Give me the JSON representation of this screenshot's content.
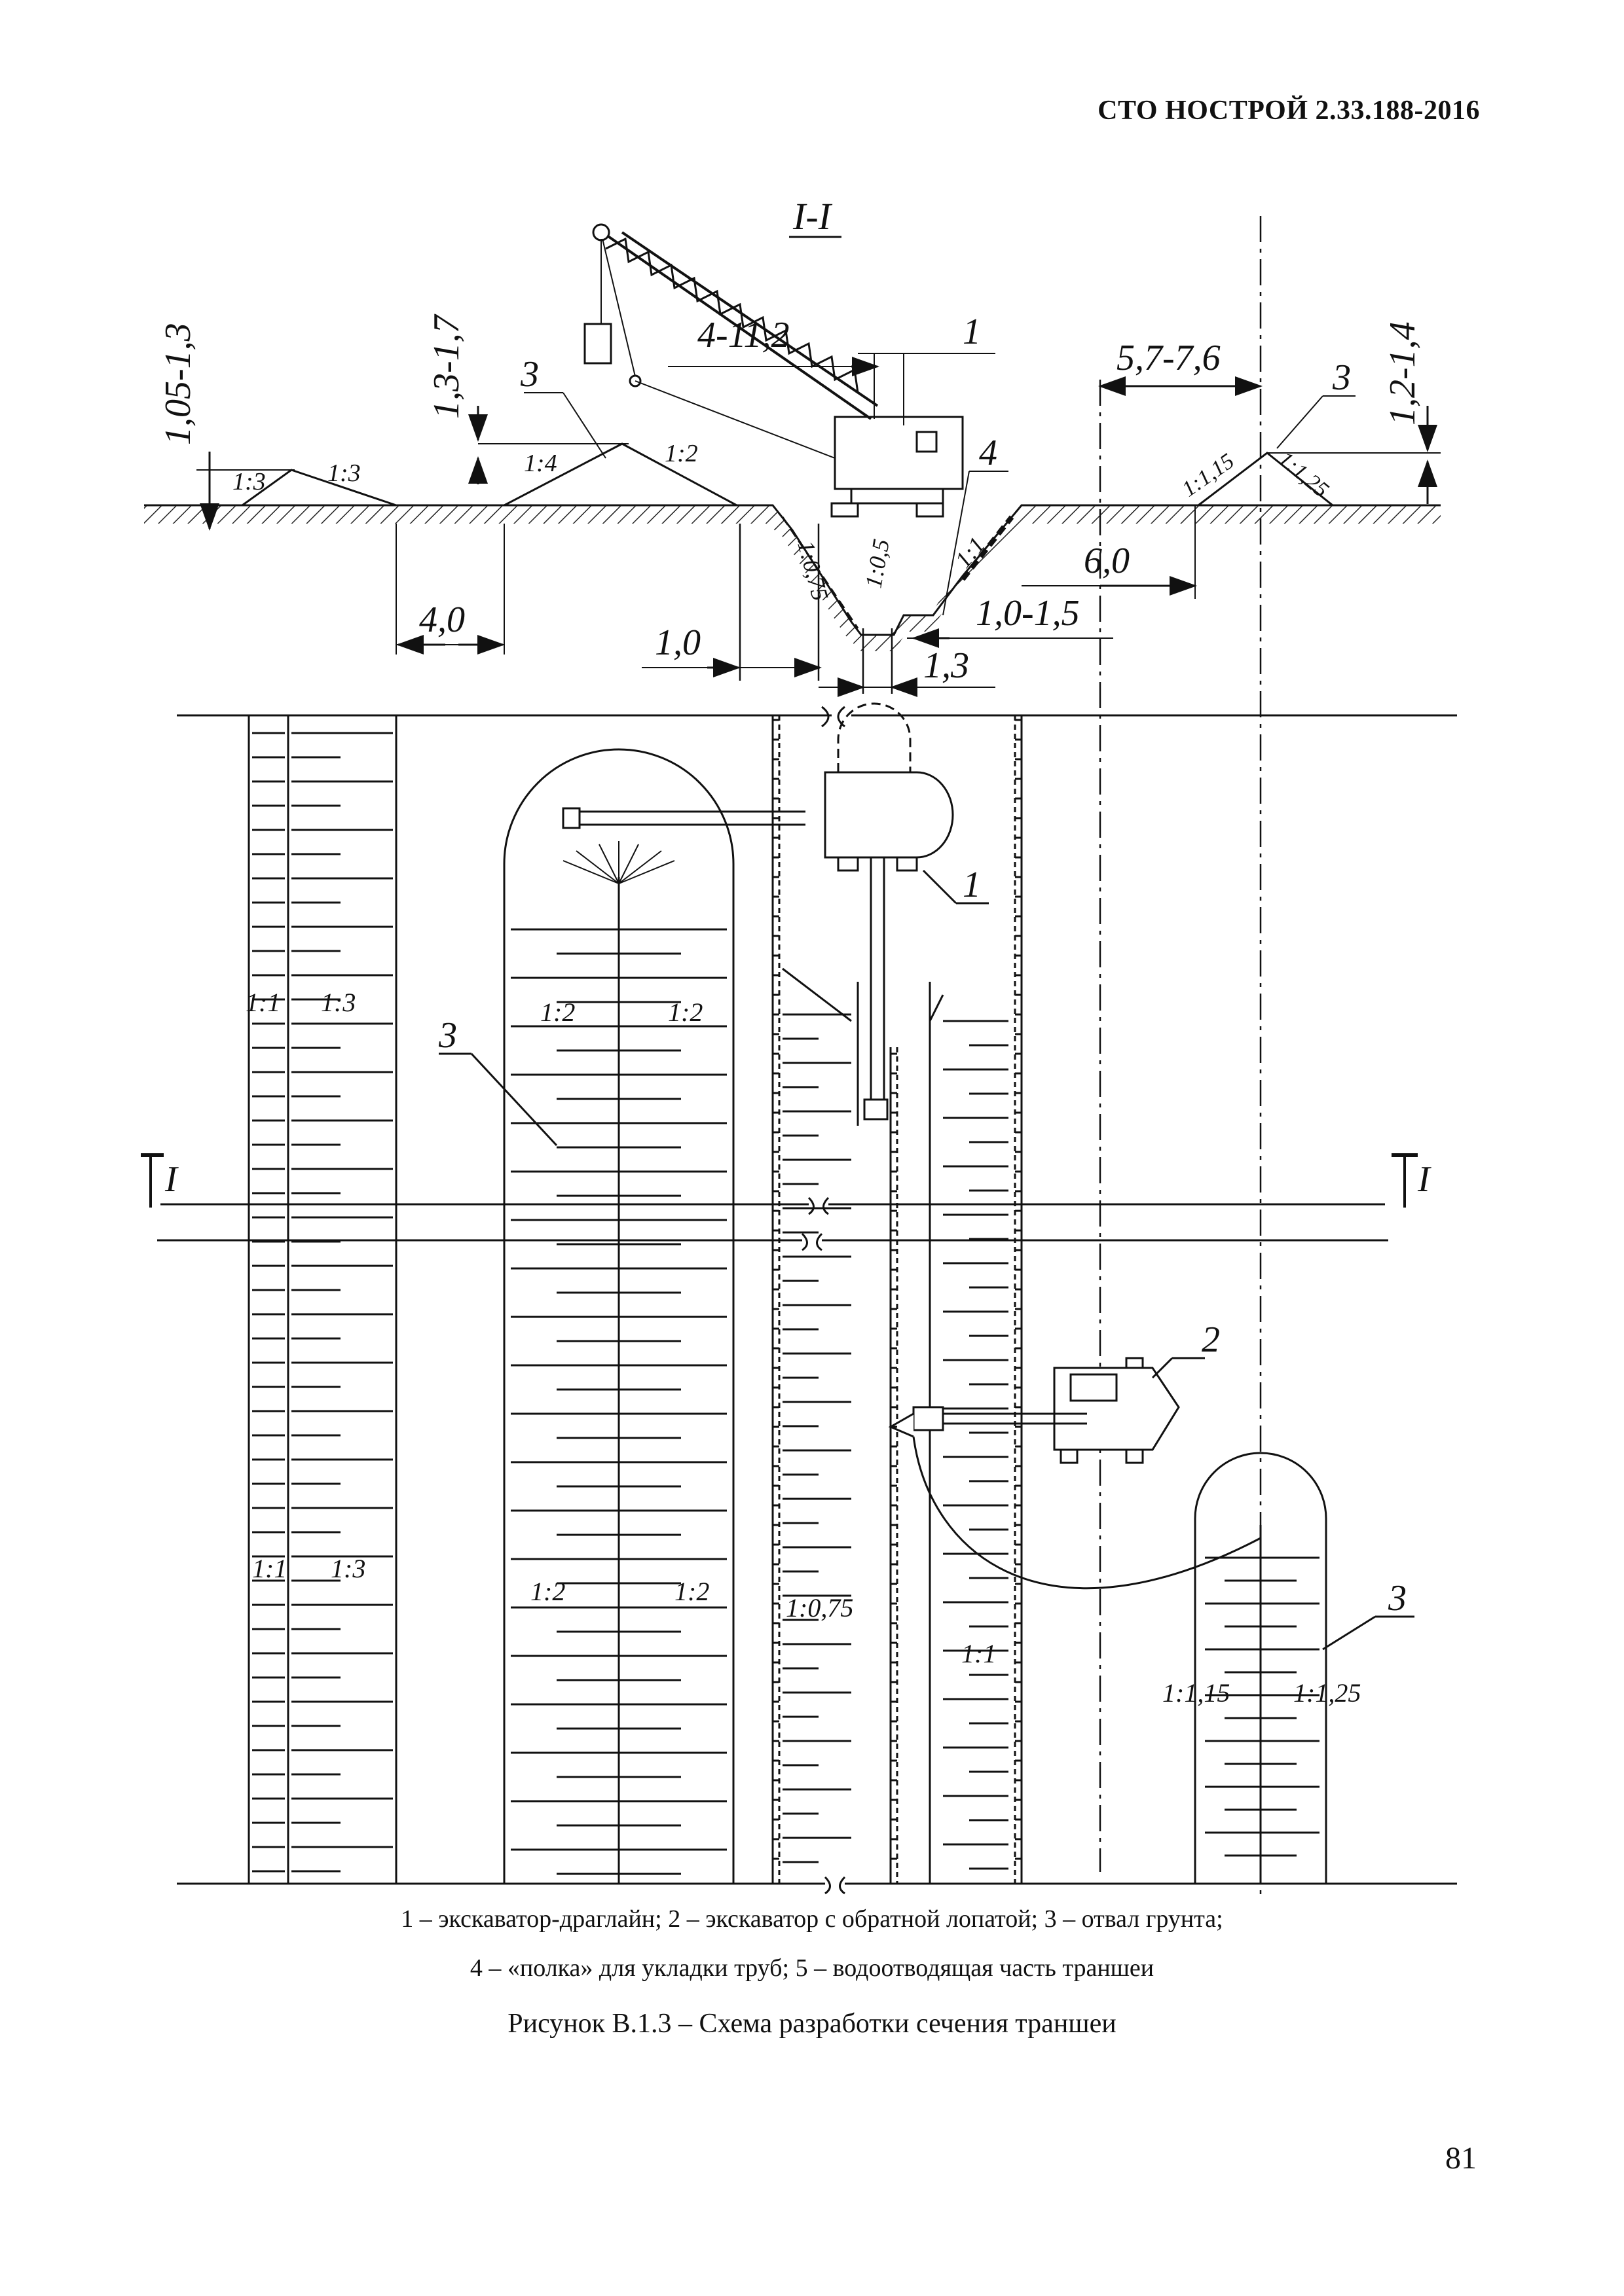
{
  "header": {
    "doc_code": "СТО НОСТРОЙ 2.33.188-2016"
  },
  "section_label": "I-I",
  "cut_marker": "I",
  "dimensions": {
    "left_height": "1,05-1,3",
    "mid_height": "1,3-1,7",
    "right_height": "1,2-1,4",
    "boom_reach": "4-11,2",
    "right_span": "5,7-7,6",
    "right_spoil_offset": "6,0",
    "berm_width": "1,0-1,5",
    "bottom_width": "1,3",
    "spoil_gap": "4,0",
    "edge_gap": "1,0"
  },
  "slopes": {
    "s_1_3": "1:3",
    "s_1_4": "1:4",
    "s_1_2": "1:2",
    "s_1_1": "1:1",
    "s_1_075": "1:0,75",
    "s_1_05": "1:0,5",
    "s_1_115": "1:1,15",
    "s_1_125": "1:1,25"
  },
  "labels": {
    "n1": "1",
    "n2": "2",
    "n3": "3",
    "n4": "4"
  },
  "legend": {
    "line1": "1 – экскаватор-драглайн; 2 – экскаватор с обратной лопатой; 3 – отвал грунта;",
    "line2": "4 – «полка» для укладки труб; 5 – водоотводящая часть траншеи"
  },
  "figure_title": "Рисунок В.1.3 – Схема разработки сечения траншеи",
  "page_number": "81"
}
